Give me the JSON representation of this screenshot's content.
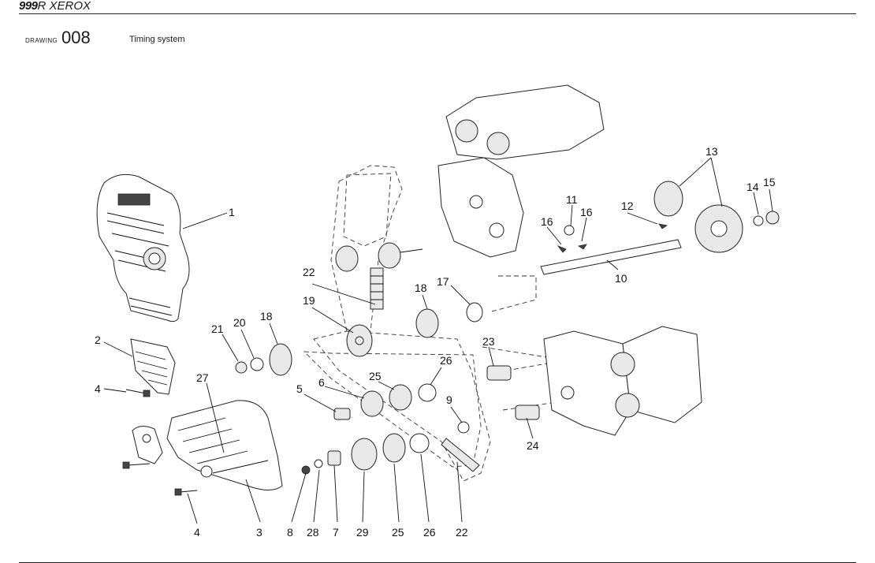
{
  "header": {
    "brand_bold": "999",
    "brand_rest": "R XEROX"
  },
  "drawing": {
    "label": "DRAWING",
    "number": "008",
    "title": "Timing system"
  },
  "callouts": [
    {
      "id": "c1",
      "text": "1"
    },
    {
      "id": "c2",
      "text": "2"
    },
    {
      "id": "c3",
      "text": "3"
    },
    {
      "id": "c4a",
      "text": "4"
    },
    {
      "id": "c4b",
      "text": "4"
    },
    {
      "id": "c5",
      "text": "5"
    },
    {
      "id": "c6",
      "text": "6"
    },
    {
      "id": "c7",
      "text": "7"
    },
    {
      "id": "c8",
      "text": "8"
    },
    {
      "id": "c9",
      "text": "9"
    },
    {
      "id": "c10",
      "text": "10"
    },
    {
      "id": "c11",
      "text": "11"
    },
    {
      "id": "c12",
      "text": "12"
    },
    {
      "id": "c13",
      "text": "13"
    },
    {
      "id": "c14",
      "text": "14"
    },
    {
      "id": "c15",
      "text": "15"
    },
    {
      "id": "c16a",
      "text": "16"
    },
    {
      "id": "c16b",
      "text": "16"
    },
    {
      "id": "c17",
      "text": "17"
    },
    {
      "id": "c18a",
      "text": "18"
    },
    {
      "id": "c18b",
      "text": "18"
    },
    {
      "id": "c19",
      "text": "19"
    },
    {
      "id": "c20",
      "text": "20"
    },
    {
      "id": "c21",
      "text": "21"
    },
    {
      "id": "c22a",
      "text": "22"
    },
    {
      "id": "c22b",
      "text": "22"
    },
    {
      "id": "c23",
      "text": "23"
    },
    {
      "id": "c24",
      "text": "24"
    },
    {
      "id": "c25a",
      "text": "25"
    },
    {
      "id": "c25b",
      "text": "25"
    },
    {
      "id": "c26a",
      "text": "26"
    },
    {
      "id": "c26b",
      "text": "26"
    },
    {
      "id": "c27",
      "text": "27"
    },
    {
      "id": "c28",
      "text": "28"
    },
    {
      "id": "c29",
      "text": "29"
    }
  ]
}
